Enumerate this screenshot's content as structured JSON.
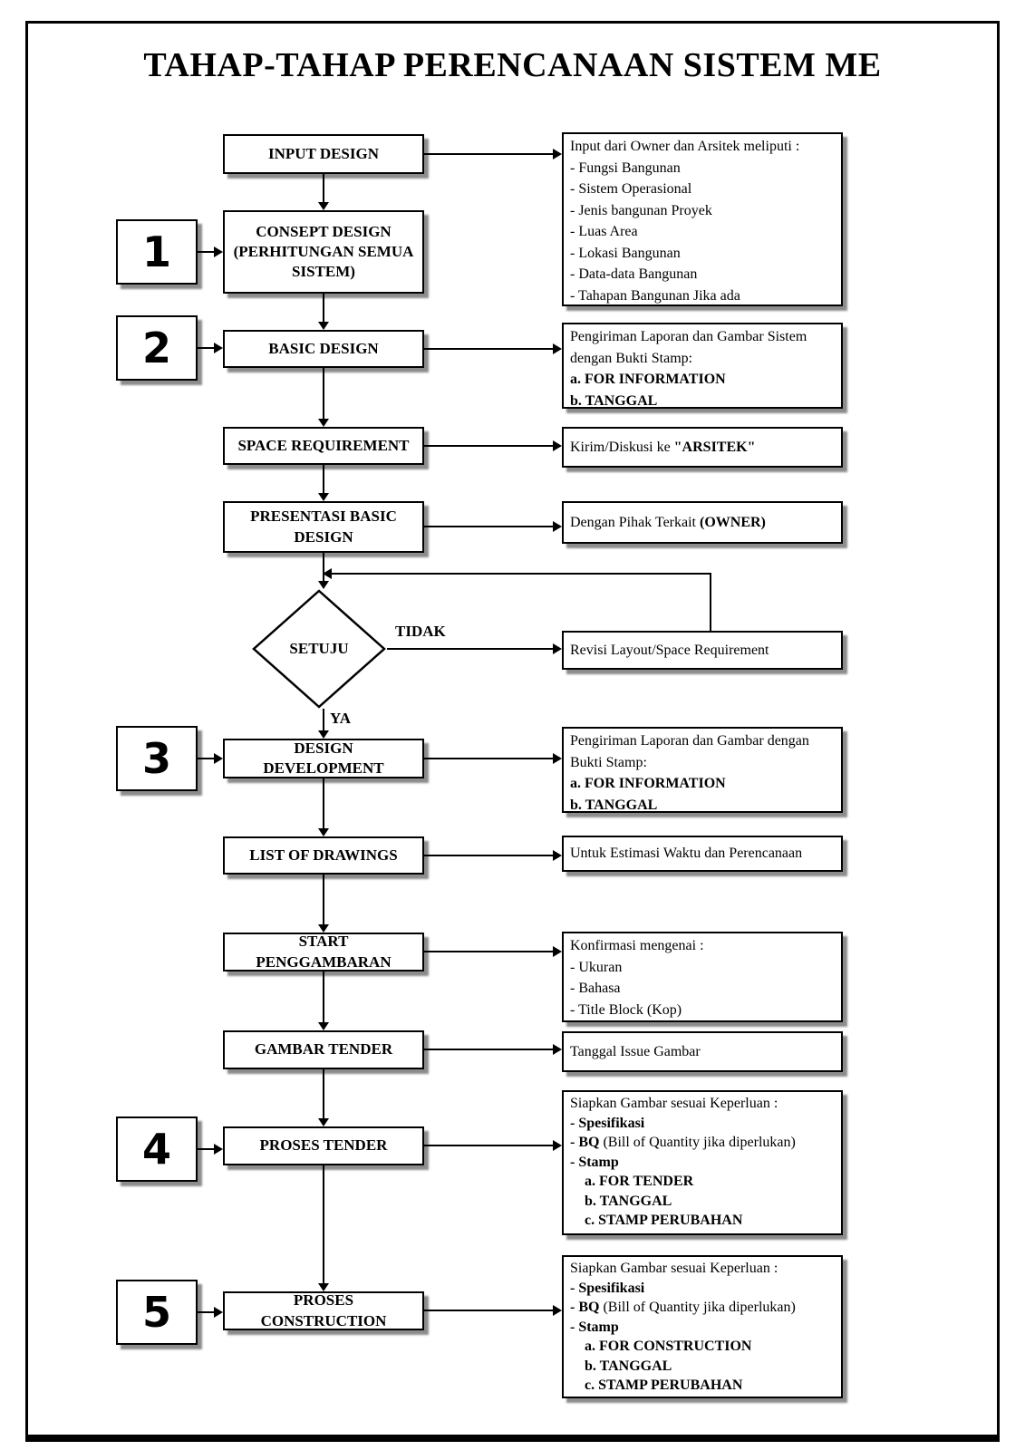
{
  "page": {
    "title": "TAHAP-TAHAP PERENCANAAN SISTEM ME"
  },
  "colors": {
    "ink": "#000000",
    "paper": "#ffffff",
    "shadow": "#8c8c8c"
  },
  "steps": {
    "s1": "1",
    "s2": "2",
    "s3": "3",
    "s4": "4",
    "s5": "5"
  },
  "flow": {
    "input_design": "INPUT DESIGN",
    "consept_design": "CONSEPT DESIGN (PERHITUNGAN SEMUA SISTEM)",
    "basic_design": "BASIC DESIGN",
    "space_requirement": "SPACE REQUIREMENT",
    "presentasi_basic_design": "PRESENTASI BASIC DESIGN",
    "decision": "SETUJU",
    "decision_no": "TIDAK",
    "decision_yes": "YA",
    "design_development": "DESIGN DEVELOPMENT",
    "list_of_drawings": "LIST OF DRAWINGS",
    "start_penggambaran": "START PENGGAMBARAN",
    "gambar_tender": "GAMBAR TENDER",
    "proses_tender": "PROSES TENDER",
    "proses_construction": "PROSES CONSTRUCTION"
  },
  "details": {
    "input_info": {
      "title": "Input dari Owner dan Arsitek meliputi :",
      "items": [
        "- Fungsi Bangunan",
        "- Sistem Operasional",
        "- Jenis bangunan Proyek",
        "- Luas Area",
        "- Lokasi Bangunan",
        "- Data-data Bangunan",
        "- Tahapan Bangunan Jika ada"
      ]
    },
    "basic_info": {
      "intro": "Pengiriman Laporan dan Gambar Sistem dengan Bukti Stamp:",
      "a": "a. FOR INFORMATION",
      "b": "b. TANGGAL"
    },
    "space_info": {
      "prefix": "Kirim/Diskusi ke ",
      "bold": "\"ARSITEK\""
    },
    "presentasi_info": {
      "prefix": "Dengan Pihak Terkait ",
      "bold": "(OWNER)"
    },
    "revisi_info": "Revisi Layout/Space Requirement",
    "dd_info": {
      "intro": "Pengiriman Laporan dan Gambar dengan Bukti Stamp:",
      "a": "a. FOR INFORMATION",
      "b": "b. TANGGAL"
    },
    "list_info": "Untuk Estimasi Waktu dan Perencanaan",
    "start_info": {
      "title": "Konfirmasi mengenai :",
      "items": [
        "- Ukuran",
        "- Bahasa",
        "- Title Block (Kop)"
      ]
    },
    "gambar_info": "Tanggal Issue Gambar",
    "tender_info": {
      "title": "Siapkan Gambar sesuai Keperluan :",
      "item_spesifikasi": "- Spesifikasi",
      "item_bq_bold": "- BQ",
      "item_bq_rest": " (Bill of Quantity jika diperlukan)",
      "item_stamp": "- Stamp",
      "sub_a": "a. FOR TENDER",
      "sub_b": "b. TANGGAL",
      "sub_c": "c. STAMP PERUBAHAN"
    },
    "construction_info": {
      "title": "Siapkan Gambar sesuai Keperluan :",
      "item_spesifikasi": "- Spesifikasi",
      "item_bq_bold": "- BQ",
      "item_bq_rest": " (Bill of Quantity jika diperlukan)",
      "item_stamp": "- Stamp",
      "sub_a": "a. FOR CONSTRUCTION",
      "sub_b": "b. TANGGAL",
      "sub_c": "c. STAMP PERUBAHAN"
    }
  }
}
